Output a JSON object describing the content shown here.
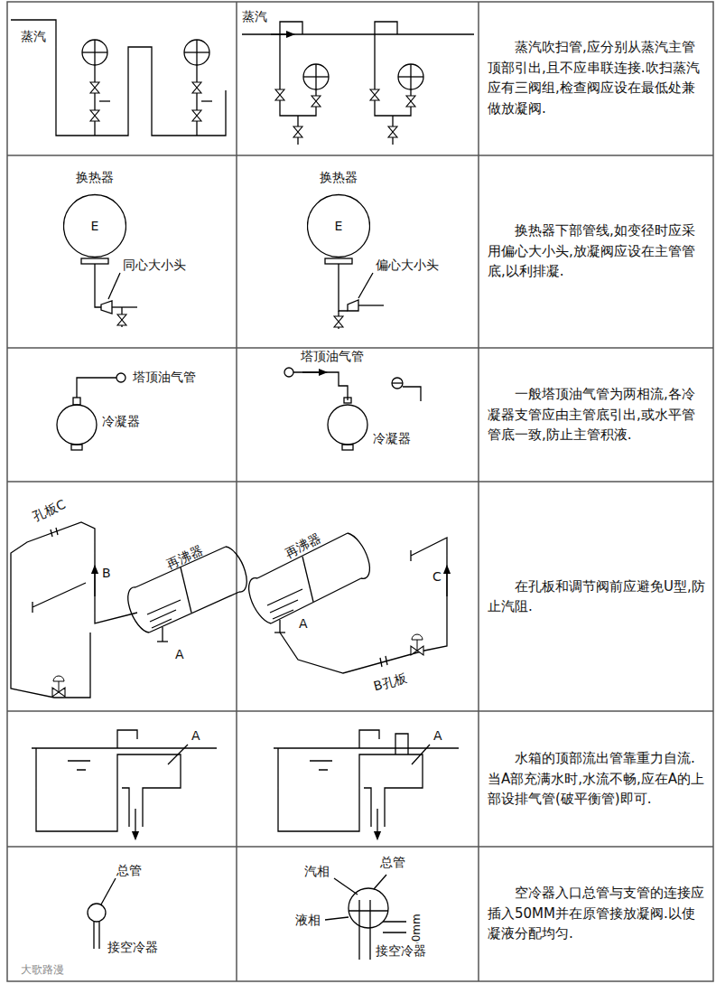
{
  "diagram": {
    "nodes": [
      {
        "text": [
          "换热器",
          "E"
        ]
      },
      {
        "text": [
          "换热器",
          "E"
        ]
      }
    ],
    "labels": [
      "蒸汽",
      "蒸汽",
      "蒸汽吹扫管,应分别从蒸汽主管顶部引出,且不应串联连接.吹扫蒸汽应有三阀组,检查阀应设在最低处兼做放凝阀.",
      "同心大小头",
      "偏心大小头",
      "换热器下部管线,如变径时应采用偏心大小头,放凝阀应设在主管管底,以利排凝.",
      "塔顶油气管",
      "冷凝器",
      "塔顶油气管",
      "冷凝器",
      "一般塔顶油气管为两相流,各冷凝器支管应由主管底引出,或水平管管底一致,防止主管积液.",
      "孔板C",
      "B",
      "再沸器",
      "A",
      "再沸器",
      "A",
      "B孔板",
      "C",
      "在孔板和调节阀前应避免U型,防止汽阻.",
      "A",
      "A",
      "水箱的顶部流出管靠重力自流.当A部充满水时,水流不畅,应在A的上部设排气管(破平衡管)即可.",
      "总管",
      "接空冷器",
      "汽相",
      "总管",
      "液相",
      "50mm",
      "接空冷器",
      "空冷器入口总管与支管的连接应插入50MM并在原管接放凝阀.以使凝液分配均匀.",
      "大歌路漫"
    ]
  }
}
